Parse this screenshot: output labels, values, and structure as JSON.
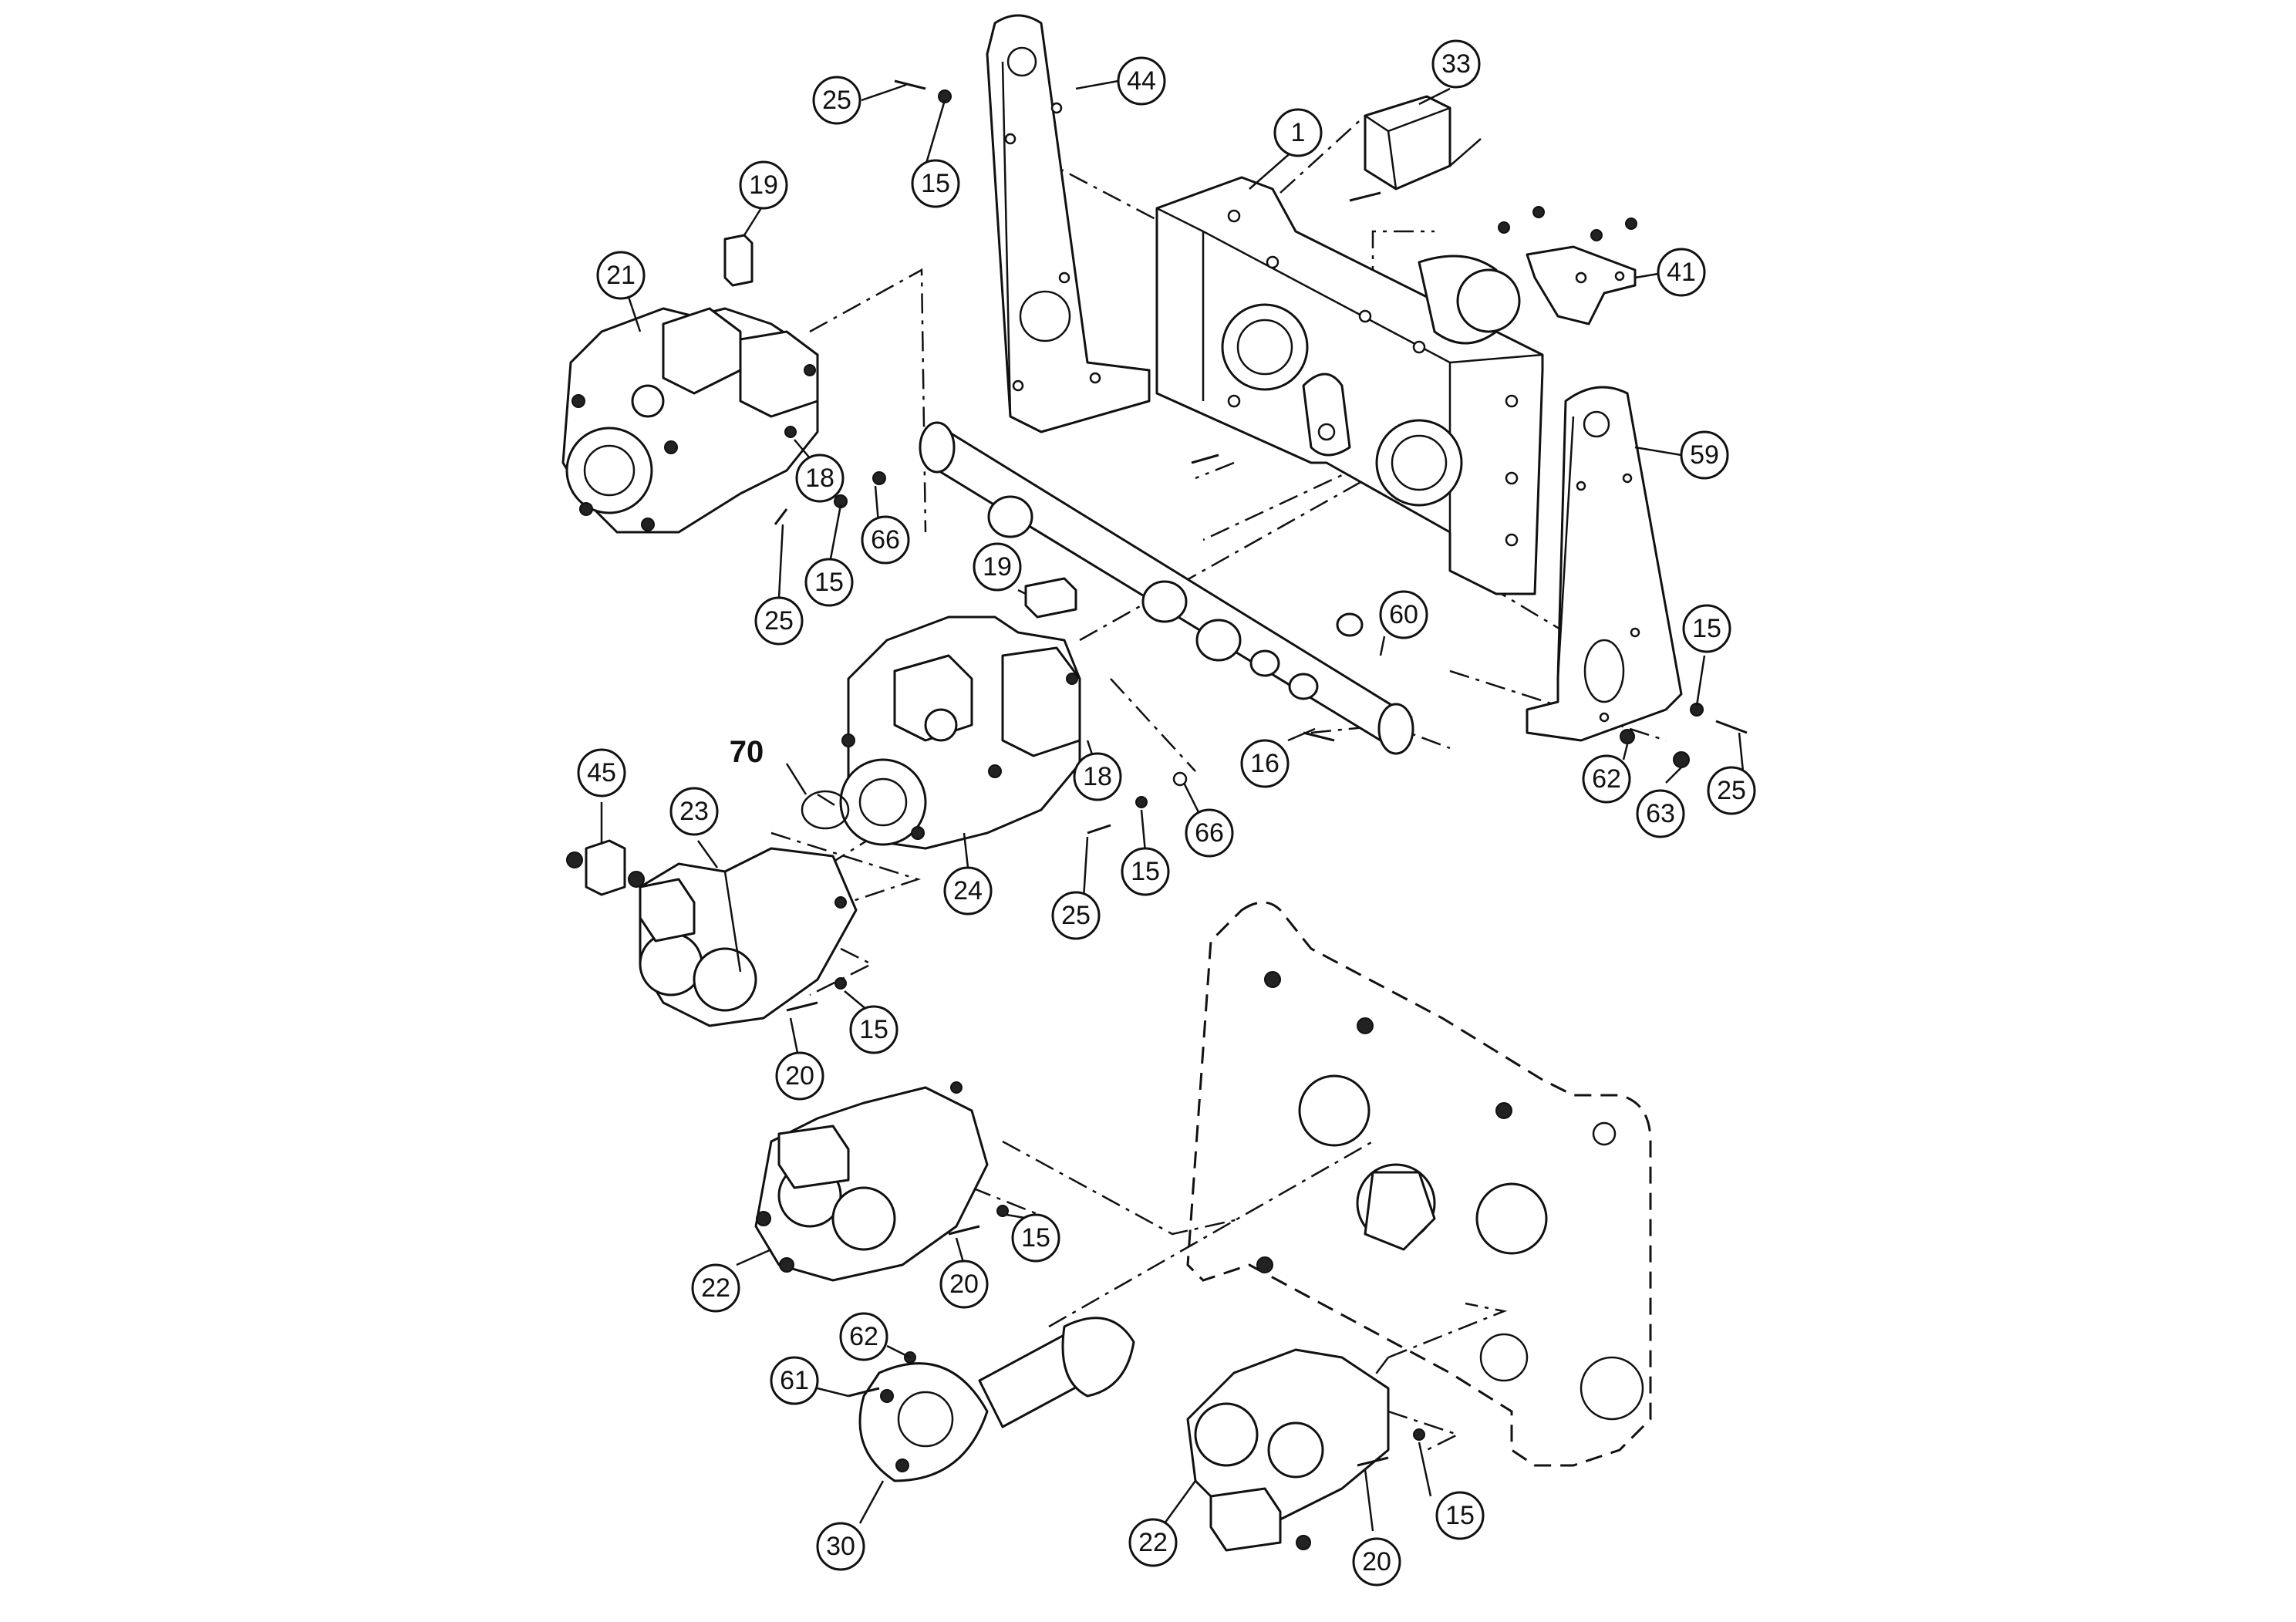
{
  "callouts": [
    {
      "label": "25"
    },
    {
      "label": "44"
    },
    {
      "label": "33"
    },
    {
      "label": "1"
    },
    {
      "label": "15"
    },
    {
      "label": "19"
    },
    {
      "label": "21"
    },
    {
      "label": "41"
    },
    {
      "label": "59"
    },
    {
      "label": "18"
    },
    {
      "label": "66"
    },
    {
      "label": "15"
    },
    {
      "label": "25"
    },
    {
      "label": "19"
    },
    {
      "label": "60"
    },
    {
      "label": "15"
    },
    {
      "label": "70"
    },
    {
      "label": "45"
    },
    {
      "label": "23"
    },
    {
      "label": "18"
    },
    {
      "label": "16"
    },
    {
      "label": "62"
    },
    {
      "label": "63"
    },
    {
      "label": "25"
    },
    {
      "label": "66"
    },
    {
      "label": "24"
    },
    {
      "label": "15"
    },
    {
      "label": "25"
    },
    {
      "label": "15"
    },
    {
      "label": "20"
    },
    {
      "label": "15"
    },
    {
      "label": "22"
    },
    {
      "label": "20"
    },
    {
      "label": "62"
    },
    {
      "label": "61"
    },
    {
      "label": "15"
    },
    {
      "label": "30"
    },
    {
      "label": "22"
    },
    {
      "label": "20"
    }
  ],
  "icons": [
    "bolt-icon",
    "washer-icon",
    "pump-icon",
    "shaft-icon",
    "bracket-icon",
    "gearbox-housing-icon"
  ]
}
